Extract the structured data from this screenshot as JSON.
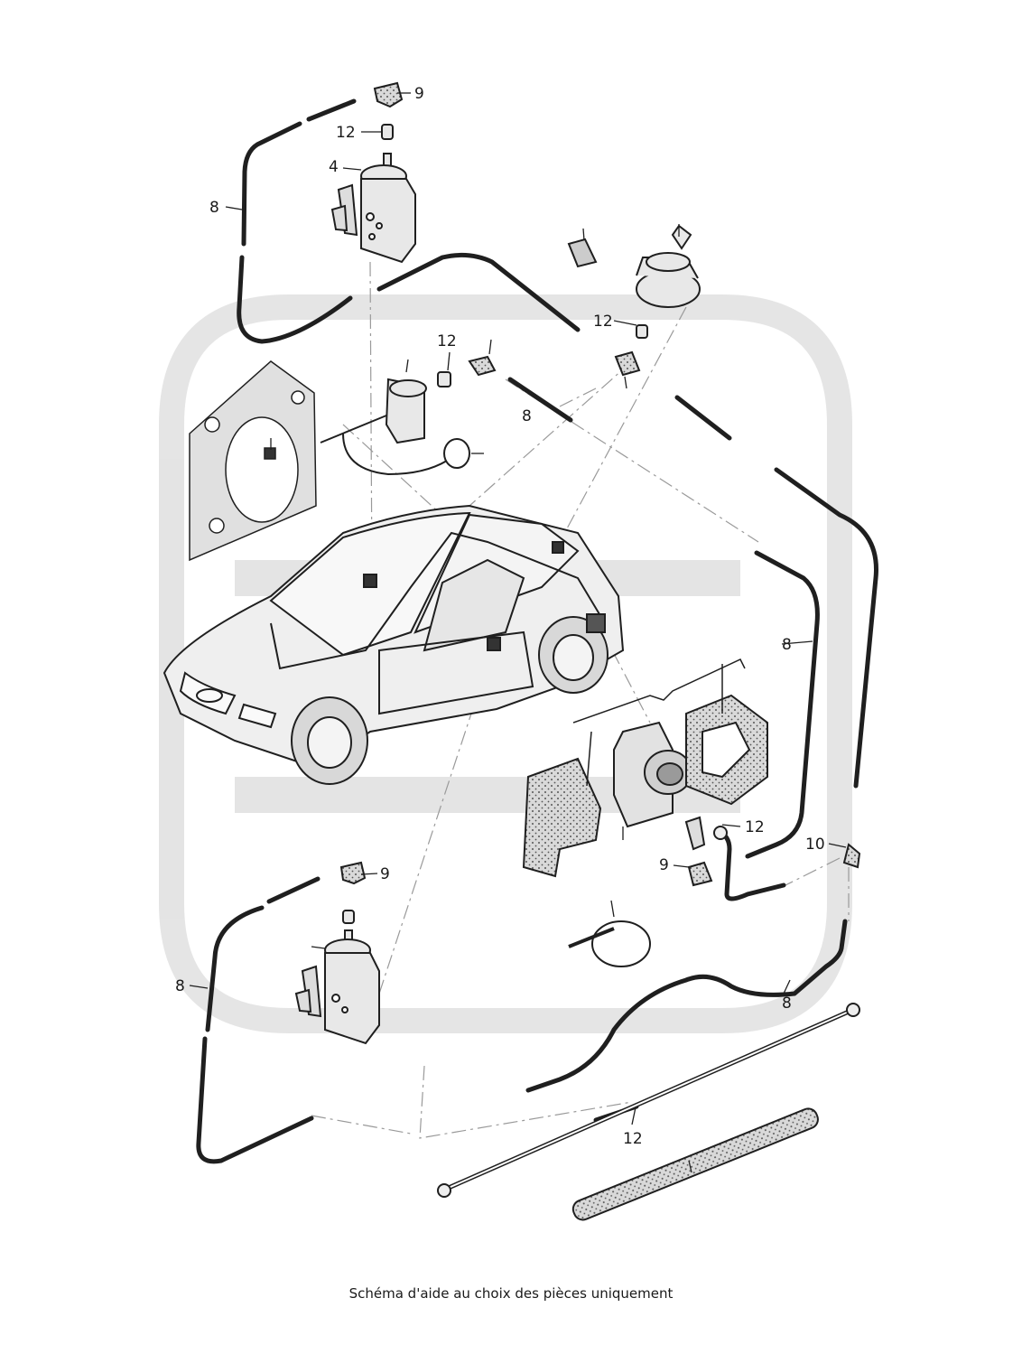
{
  "diagram": {
    "callouts": {
      "c9_top": "9",
      "c12_top": "12",
      "c4": "4",
      "c8_left_top": "8",
      "c12_mid_a": "12",
      "c8_mid": "8",
      "c12_right": "12",
      "c8_right": "8",
      "c12_pump": "12",
      "c9_pump": "9",
      "c10": "10",
      "c9_bottom": "9",
      "c8_left_bottom": "8",
      "c8_bottom": "8",
      "c12_bottom": "12"
    },
    "colors": {
      "line": "#1f1f1f",
      "part_fill": "#e9e9e9",
      "watermark": "#dcdcdc",
      "foam": "#d4d4d4"
    }
  },
  "footer": {
    "caption": "Schéma d'aide au choix des pièces uniquement"
  }
}
